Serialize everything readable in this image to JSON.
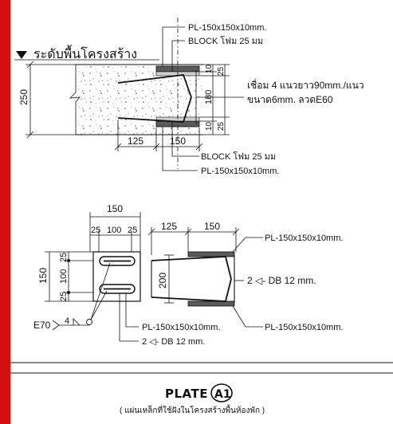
{
  "colors": {
    "edge_bar": "#d21010",
    "plate_fill": "#5a5a5a",
    "concrete_dots": "#8a8a8a",
    "ink": "#111111"
  },
  "section": {
    "level_label": "ระดับพื้นโครงสร้าง",
    "plate_top_callout": "PL-150x150x10mm.",
    "block_top_callout": "BLOCK โฟม 25 มม",
    "weld_note_1": "เชื่อม 4 แนวยาว90mm./แนว",
    "weld_note_2": "ขนาด6mm. ลวดE60",
    "block_bottom_callout": "BLOCK โฟม 25 มม",
    "plate_bottom_callout": "PL-150x150x10mm.",
    "dim_height": "250",
    "dim_bottom_left": "125",
    "dim_bottom_right": "150",
    "dim_right_10_top": "10",
    "dim_right_25_top": "25",
    "dim_right_180": "180",
    "dim_right_10_bottom": "10",
    "dim_right_25_bottom": "25"
  },
  "plan": {
    "dim_width_total": "150",
    "dim_w_25_left": "25",
    "dim_w_100": "100",
    "dim_w_25_right": "25",
    "dim_h_total": "150",
    "dim_h_25_top": "25",
    "dim_h_100": "100",
    "dim_h_25_bottom": "25",
    "weld_symbol_code": "E70",
    "weld_symbol_size": "4",
    "plate_callout": "PL-150x150x10mm.",
    "bar_callout": "2 ◁- DB 12 mm."
  },
  "side": {
    "dim_top_left": "125",
    "dim_top_right": "150",
    "dim_height": "200",
    "plate_top_callout": "PL-150x150x10mm.",
    "bar_callout": "2 ◁- DB 12 mm.",
    "plate_bottom_callout": "PL-150x150x10mm."
  },
  "title_block": {
    "title": "PLATE",
    "badge": "A1",
    "subtitle": "( แผ่นเหล็กที่ใช้ฝังในโครงสร้างพื้นห้องพัก )"
  }
}
